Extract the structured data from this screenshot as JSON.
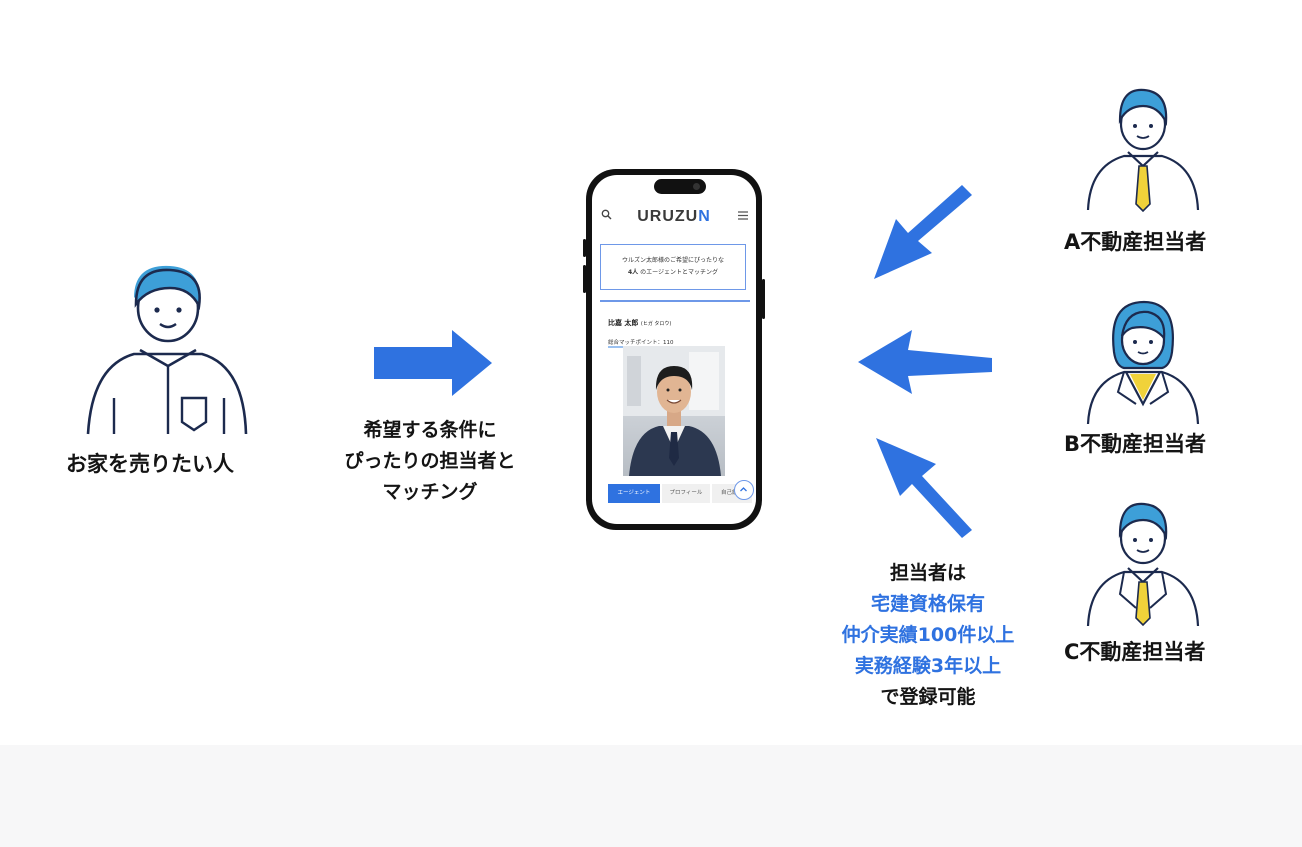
{
  "seller": {
    "label": "お家を売りたい人"
  },
  "matching_text": [
    "希望する条件に",
    "ぴったりの担当者と",
    "マッチング"
  ],
  "phone": {
    "brand_main": "URUZU",
    "brand_last": "N",
    "match_line1": "ウルズン太郎様のご希望にぴったりな",
    "match_count": "4人",
    "match_line2": " のエージェントとマッチング",
    "agent_name": "比嘉 太郎",
    "agent_kana": "(ヒガ タロウ)",
    "points": "総合マッチポイント：110",
    "tabs": [
      "エージェント",
      "プロフィール",
      "自己紹介"
    ]
  },
  "agents": [
    {
      "label": "A不動産担当者"
    },
    {
      "label": "B不動産担当者"
    },
    {
      "label": "C不動産担当者"
    }
  ],
  "requirements": {
    "intro": "担当者は",
    "items": [
      "宅建資格保有",
      "仲介実績100件以上",
      "実務経験3年以上"
    ],
    "outro": "で登録可能"
  },
  "colors": {
    "accent_blue": "#2f72e0",
    "hair_blue": "#3d9fd8",
    "line_navy": "#1c2a4e",
    "tie_yellow": "#f0d23a"
  }
}
